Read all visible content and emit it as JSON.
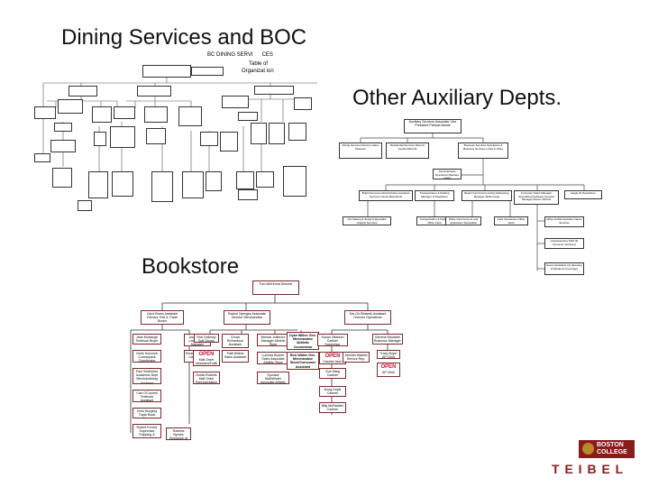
{
  "slide": {
    "title_dining": "Dining Services and BOC",
    "title_other": "Other Auxiliary Depts.",
    "title_bookstore": "Bookstore",
    "dining_caption_1": "BC DINING SERVI      CES",
    "dining_caption_2": "Table of",
    "dining_caption_3": "Organizat ion"
  },
  "logo": {
    "line1": "BOSTON",
    "line2": "COLLEGE",
    "wordmark": "T E I B E L",
    "colors": {
      "maroon": "#8a1c1c",
      "gold": "#b8892b"
    }
  },
  "bookstore": {
    "root": "Tom McKenna Director",
    "level1": [
      "Carol Burns Assistant Director Text & Trade Books",
      "Rachel Nyerges Associate Director Merchandise",
      "Kar-On Bhavnik Assistant Director Operations"
    ],
    "col1": [
      "Jane Murtaugh Textbook Buyer",
      "Gerie Holcomb Coursepack Coordinator",
      "Paul Sedlmeier Academic Dept Merchandising Assistant",
      "Carl O'Connell Textbook Assistant",
      "Chris Burgess Trade Book Buyer",
      "Robert Kerrick Supervisor Shipping & Receiving"
    ],
    "col1b": [
      "Jose Correa Law Branch Manager",
      "Eleanor Roberts Law Branch Clerk",
      "Roberta Byrnes Employee of Budget"
    ],
    "col2": [
      "Rob Dolinsky Soft Goods Asst.",
      "Chuck Richardson Assistant Director Marketing",
      "OPEN",
      "Mail Order Assistant/Fulfill",
      "Patti Wilkes Sales Assistant",
      "Dorita Roberts Mail Order Representative"
    ],
    "col3": [
      "Brenda Jollimore Manager Athletic Store",
      "Lucinda Bucher Sales Associate Athletic Store",
      "Sponsor Mail/Winter Associate Athletic Store"
    ],
    "col4": [
      "Dyan Wilber Gen. Merchandise /Athletic Coursewear Manager",
      "Rick Wilber Gen. Merchandise Stock/Consumer Assistant"
    ],
    "col5": [
      "Susan Ottarson Cashier Supervisor",
      "OPEN",
      "Cashier Asst.",
      "Sue Marg Cashier",
      "Doug Doyle Cashier",
      "Billy McPadden Cashier"
    ],
    "col6": [
      "Jennifer Blaiklin Service Rep.",
      "Gemma Blaustein Business Manager",
      "Tracy Boyer AP Clerk",
      "OPEN",
      "AP Clerk"
    ]
  },
  "other": {
    "root": "Auxiliary Services Associate Vice President Patricia Bando",
    "level1": [
      "Dining Services Director Helen Peterson",
      "Residential Services Director Gerald Albrecht",
      "Business Services Operations & Business Services Linda S. Riley"
    ],
    "admin": "Administrative Operations Barbara Lewis",
    "level2": [
      "Bright Services Administrative Assistant Services Carole Beanlands",
      "Transportation & Parking Manager & Dispatcher",
      "Board Card & Accounting Addressing Manager Wells Fargo",
      "Computer Sales Manager Specialized Software General Manager Robert Nichols",
      "Eagle ID Operations"
    ],
    "level3": [
      "Purchasing & Support Specialist Graphic Services",
      "Transportation & Parking Office Clerk",
      "Office Card Account and Application Specialists",
      "Card Operations Office Clerk",
      "Office & Mail Assistant Career Services"
    ],
    "extra": [
      "Housekeeping Staff (3) (Summer Services)",
      "Event Assistants (3) (Evening & Weekend Coverage)"
    ]
  }
}
